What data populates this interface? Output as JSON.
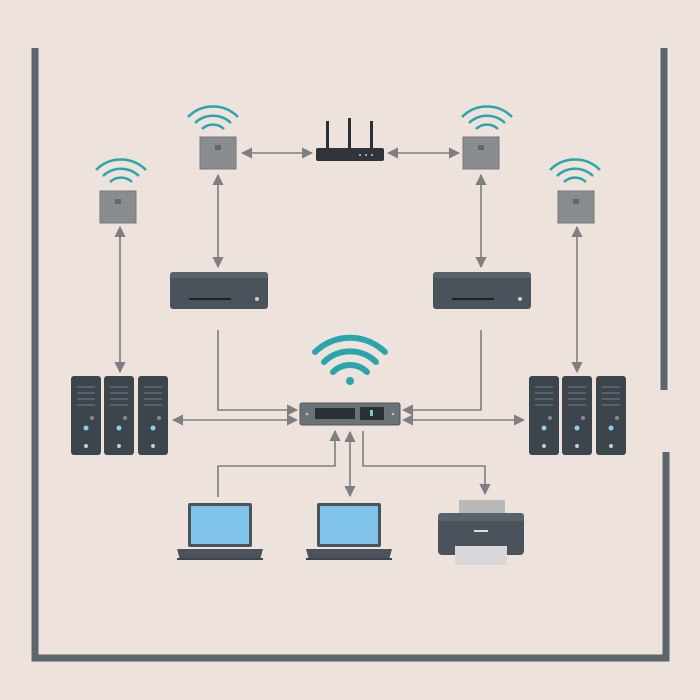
{
  "diagram": {
    "title": "",
    "colors": {
      "background": "#ede3dc",
      "wall": "#5d656c",
      "device": "#4a535b",
      "device_dark": "#3d454c",
      "access_point": "#8a8d8f",
      "wifi": "#2aa6ab",
      "arrow": "#7d7f80",
      "screen": "#7fc3ea"
    },
    "nodes": [
      {
        "id": "router",
        "icon": "router-icon"
      },
      {
        "id": "ap-top-left",
        "icon": "access-point-icon"
      },
      {
        "id": "ap-top-right",
        "icon": "access-point-icon"
      },
      {
        "id": "ap-left",
        "icon": "access-point-icon"
      },
      {
        "id": "ap-right",
        "icon": "access-point-icon"
      },
      {
        "id": "nas-left",
        "icon": "nas-icon"
      },
      {
        "id": "nas-right",
        "icon": "nas-icon"
      },
      {
        "id": "central-switch",
        "icon": "switch-icon"
      },
      {
        "id": "server-rack-left",
        "icon": "server-icon"
      },
      {
        "id": "server-rack-right",
        "icon": "server-icon"
      },
      {
        "id": "laptop-1",
        "icon": "laptop-icon"
      },
      {
        "id": "laptop-2",
        "icon": "laptop-icon"
      },
      {
        "id": "printer",
        "icon": "printer-icon"
      }
    ]
  }
}
